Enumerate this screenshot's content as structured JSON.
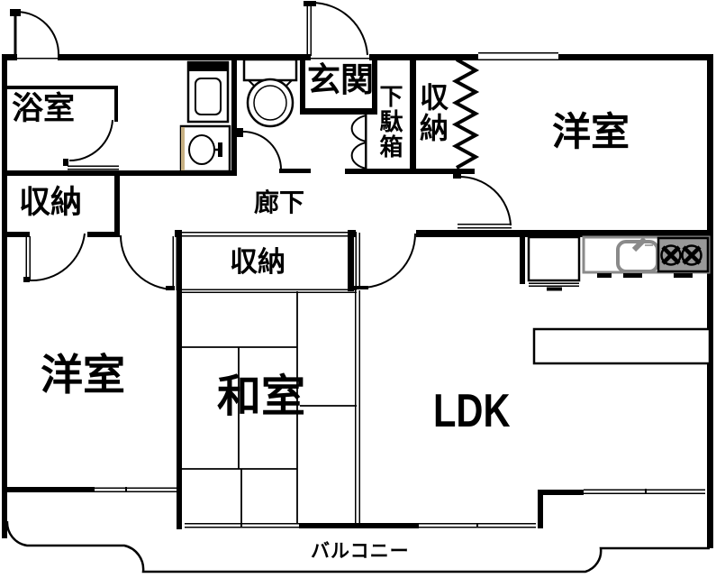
{
  "floorplan": {
    "rooms": {
      "bathroom": "浴室",
      "entrance": "玄関",
      "shoe_cabinet": "下駄箱",
      "storage_entry": "収納",
      "storage_hall": "収納",
      "storage_center": "収納",
      "western_room_right": "洋室",
      "western_room_left": "洋室",
      "corridor": "廊下",
      "japanese_room": "和室",
      "ldk": "LDK",
      "balcony": "バルコニー"
    },
    "colors": {
      "line": "#000000",
      "counter_gray": "#8a8a8a",
      "stove_gray": "#999999",
      "basin_tan": "#c8b183",
      "background": "#ffffff"
    }
  }
}
